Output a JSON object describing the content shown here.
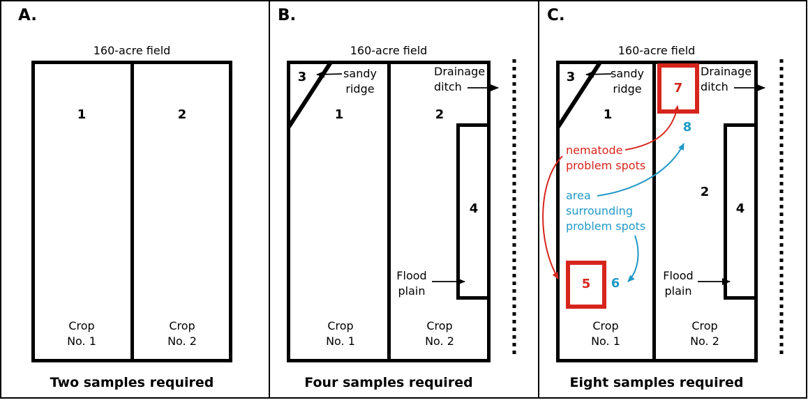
{
  "colors": {
    "accent_red": "#d6251c",
    "accent_blue": "#2199c6",
    "line_black": "#000000"
  },
  "panels": [
    {
      "letter": "A.",
      "field_title": "160-acre field",
      "zones": {
        "z1": "1",
        "z2": "2"
      },
      "crop1": "Crop\nNo. 1",
      "crop2": "Crop\nNo. 2",
      "caption": "Two samples required"
    },
    {
      "letter": "B.",
      "field_title": "160-acre field",
      "zones": {
        "z1": "1",
        "z2": "2",
        "z3": "3",
        "z4": "4"
      },
      "labels": {
        "sandy_ridge": "sandy\nridge",
        "drainage_ditch": "Drainage\nditch",
        "flood_plain": "Flood\nplain"
      },
      "crop1": "Crop\nNo. 1",
      "crop2": "Crop\nNo. 2",
      "caption": "Four samples required"
    },
    {
      "letter": "C.",
      "field_title": "160-acre field",
      "zones": {
        "z1": "1",
        "z2": "2",
        "z3": "3",
        "z4": "4",
        "z5": "5",
        "z6": "6",
        "z7": "7",
        "z8": "8"
      },
      "labels": {
        "sandy_ridge": "sandy\nridge",
        "drainage_ditch": "Drainage\nditch",
        "flood_plain": "Flood\nplain",
        "nematode": "nematode\nproblem spots",
        "area": "area\nsurrounding\nproblem spots"
      },
      "crop1": "Crop\nNo. 1",
      "crop2": "Crop\nNo. 2",
      "caption": "Eight samples required"
    }
  ]
}
